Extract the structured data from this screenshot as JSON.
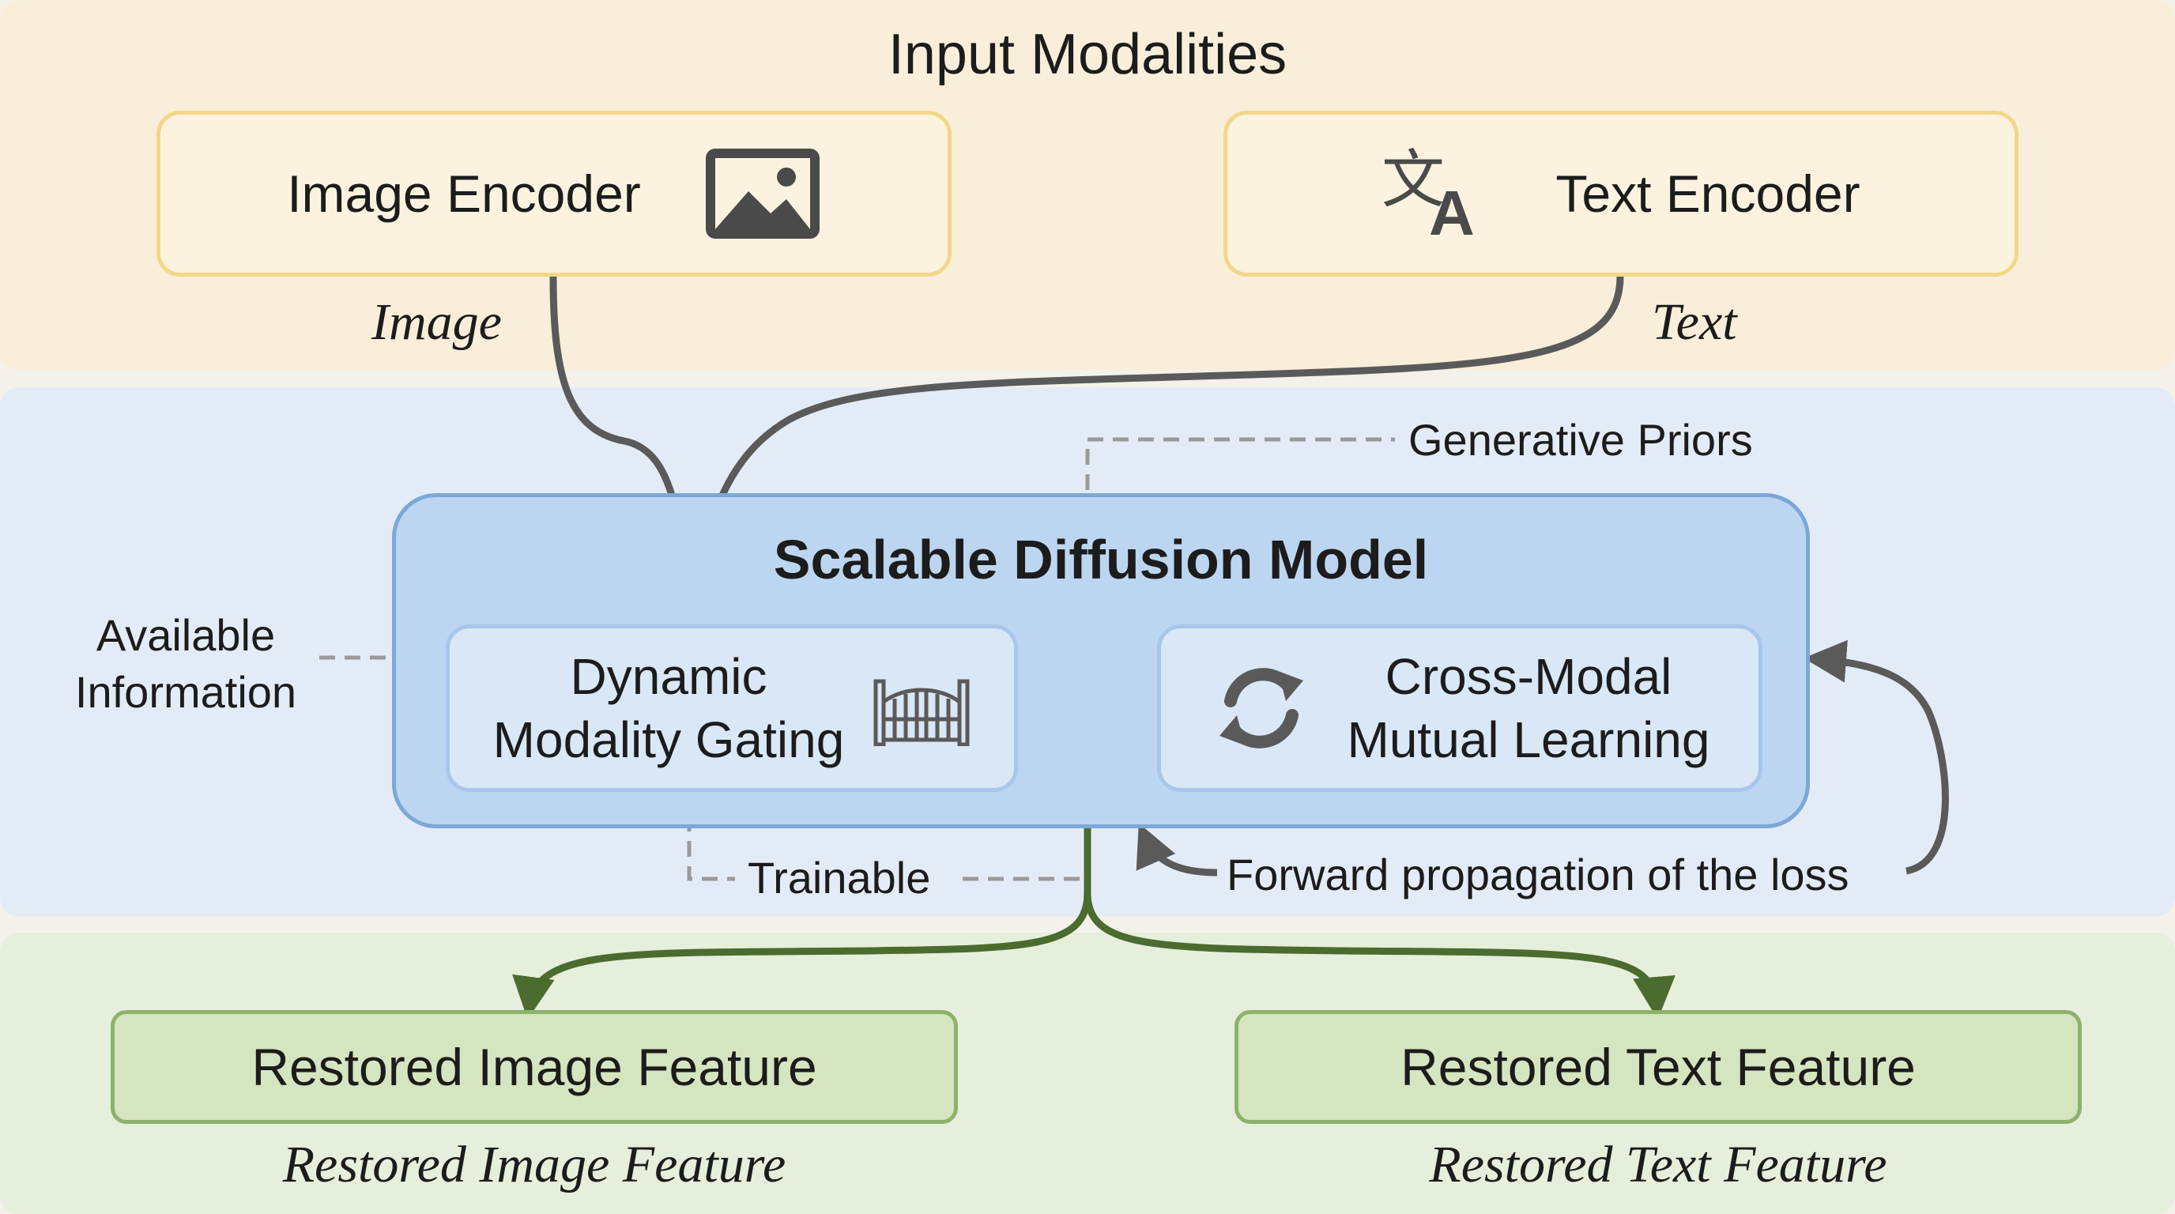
{
  "input_section": {
    "title": "Input Modalities",
    "image_encoder": {
      "label": "Image Encoder",
      "icon": "image-icon",
      "output": "Image"
    },
    "text_encoder": {
      "label": "Text Encoder",
      "icon": "translate-icon",
      "output": "Text"
    }
  },
  "model_section": {
    "title": "Scalable Diffusion Model",
    "gating": {
      "line1": "Dynamic",
      "line2": "Modality Gating",
      "icon": "gate-icon"
    },
    "mutual": {
      "line1": "Cross-Modal",
      "line2": "Mutual Learning",
      "icon": "sync-icon"
    },
    "generative_priors": "Generative Priors",
    "available_line1": "Available",
    "available_line2": "Information",
    "trainable": "Trainable",
    "forward": "Forward propagation of the loss"
  },
  "output_section": {
    "image_feature": {
      "label": "Restored Image Feature",
      "caption": "Restored Image Feature"
    },
    "text_feature": {
      "label": "Restored Text Feature",
      "caption": "Restored Text Feature"
    }
  },
  "colors": {
    "input_band": "#f9eed9",
    "model_band": "#e3ecf6",
    "output_band": "#e6eedc",
    "arrow_gray": "#5a5a5a",
    "arrow_green": "#4b6b2f",
    "dash": "#9a9a9a"
  }
}
